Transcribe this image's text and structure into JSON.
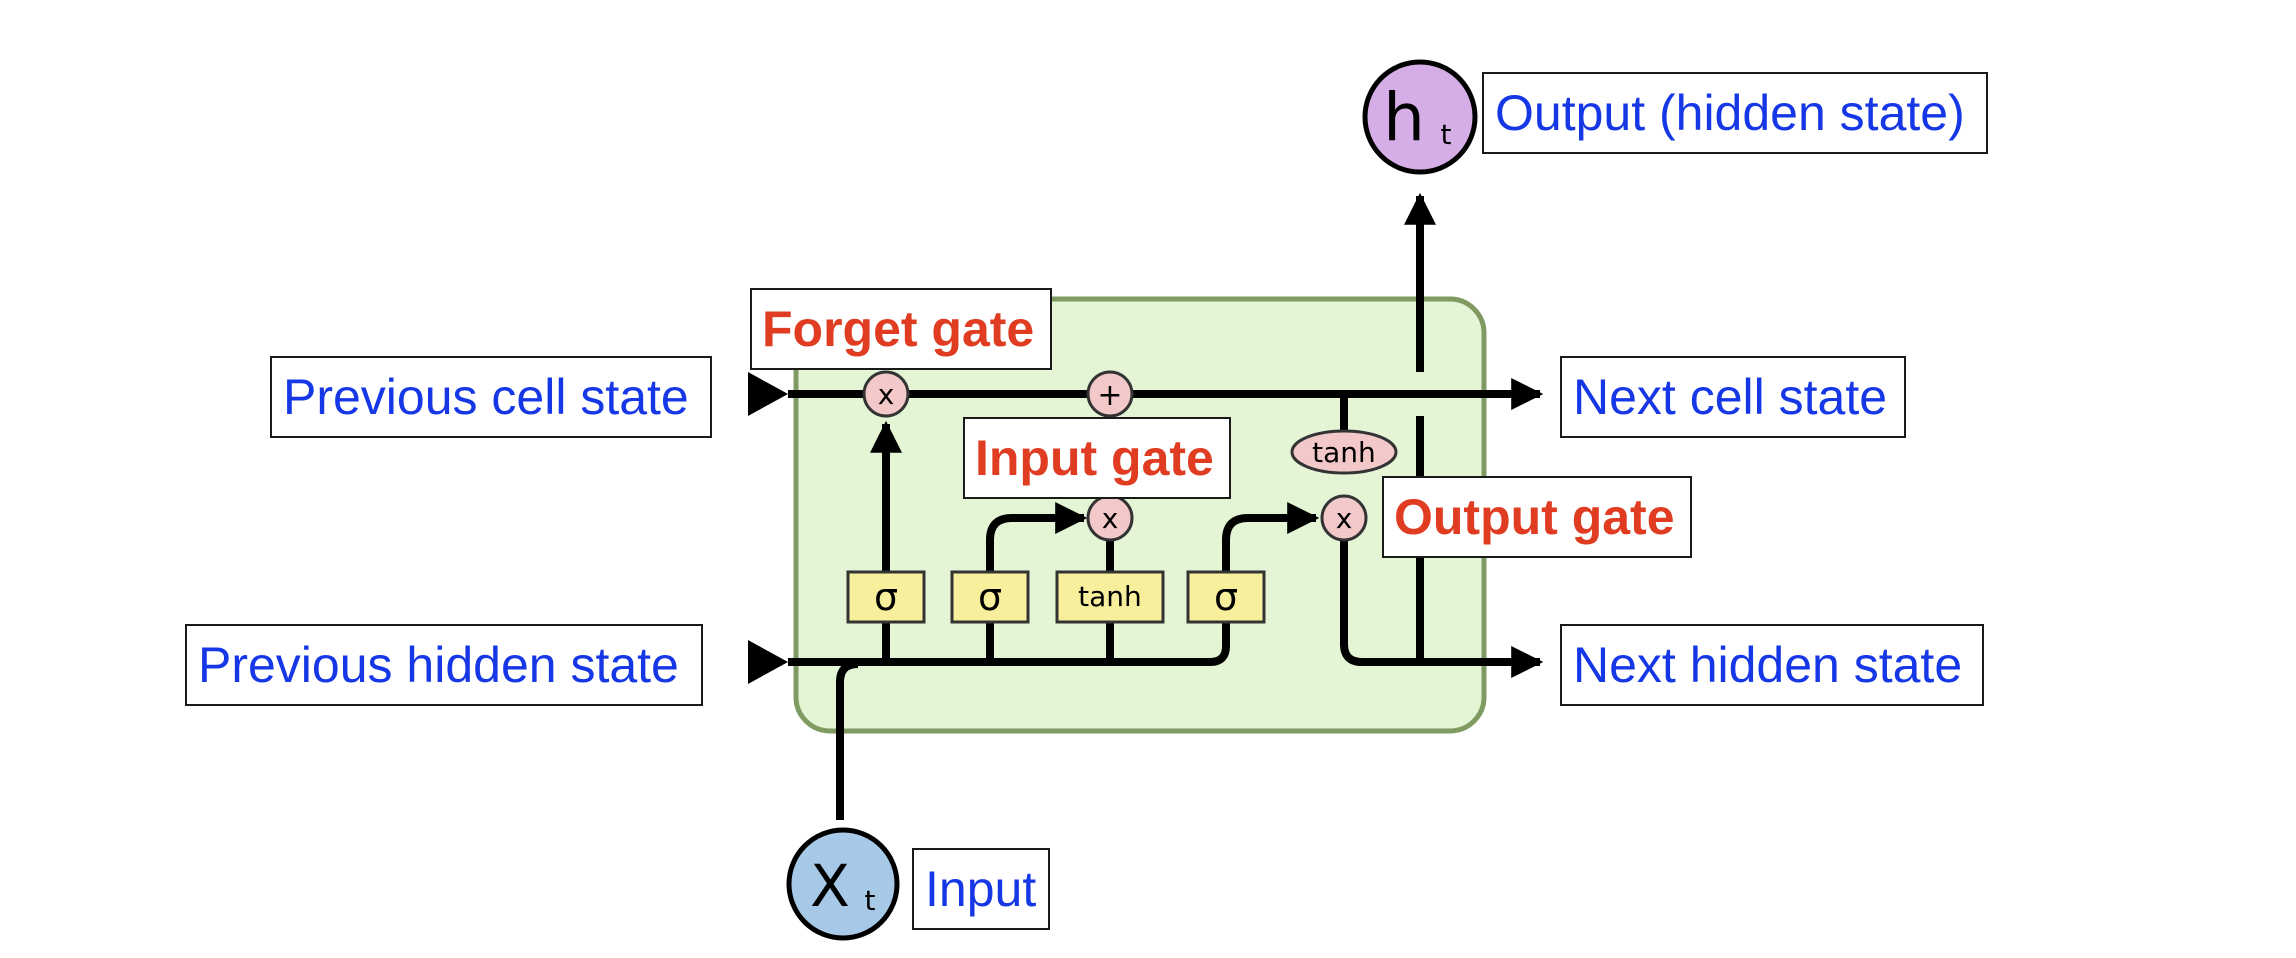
{
  "labels": {
    "previous_cell_state": "Previous cell state",
    "previous_hidden_state": "Previous hidden state",
    "next_cell_state": "Next cell state",
    "next_hidden_state": "Next hidden state",
    "output": "Output (hidden state)",
    "input": "Input",
    "forget_gate": "Forget gate",
    "input_gate": "Input gate",
    "output_gate": "Output gate"
  },
  "symbols": {
    "h": "h",
    "h_sub": "t",
    "x": "X",
    "x_sub": "t",
    "sigma": "σ",
    "tanh": "tanh",
    "multiply": "x",
    "add": "+"
  },
  "colors": {
    "cell_fill": "#e4f5d6",
    "cell_border": "#7f9b62",
    "label_blue": "#1637e6",
    "label_red": "#e03c22",
    "layer_fill": "#f8ef9c",
    "op_fill": "#f2c9c8",
    "h_node": "#d5aee8",
    "x_node": "#a8c8e8"
  }
}
